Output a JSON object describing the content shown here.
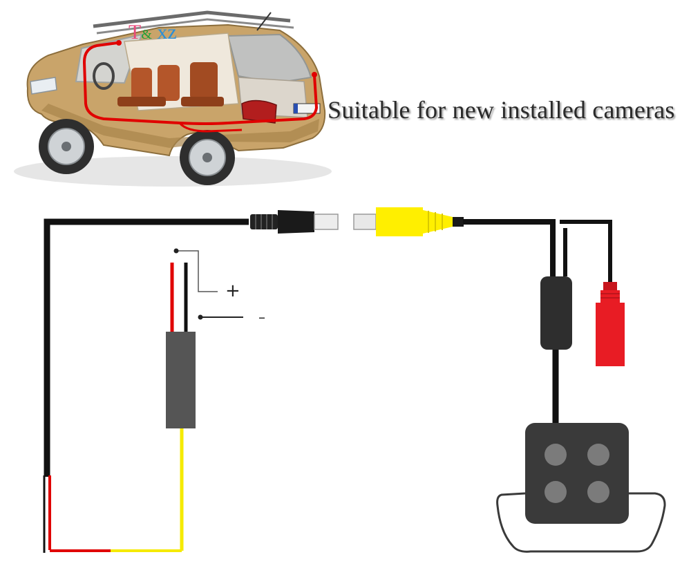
{
  "headline": "Suitable for new installed cameras",
  "brand": {
    "first": "T",
    "amp": "&",
    "last": "xz"
  },
  "polarity": {
    "positive": "+",
    "negative": "–"
  },
  "colors": {
    "cable_black": "#111111",
    "wire_red": "#e00000",
    "wire_yellow": "#f5ea00",
    "rca_yellow": "#ffef00",
    "power_connector_red": "#e81c24",
    "camera_body": "#3a3a3a",
    "camera_led": "#7b7b7b",
    "inline_box": "#555555",
    "car_body": "#c9a46a",
    "car_route": "#e00000",
    "text": "#2a2a2a"
  },
  "icons": {
    "car": "car-cutaway-icon",
    "camera": "reverse-camera-icon",
    "dc_plug": "dc-plug-icon",
    "rca_plug": "rca-plug-icon",
    "power_socket": "power-socket-icon",
    "filter_box": "filter-box-icon"
  }
}
